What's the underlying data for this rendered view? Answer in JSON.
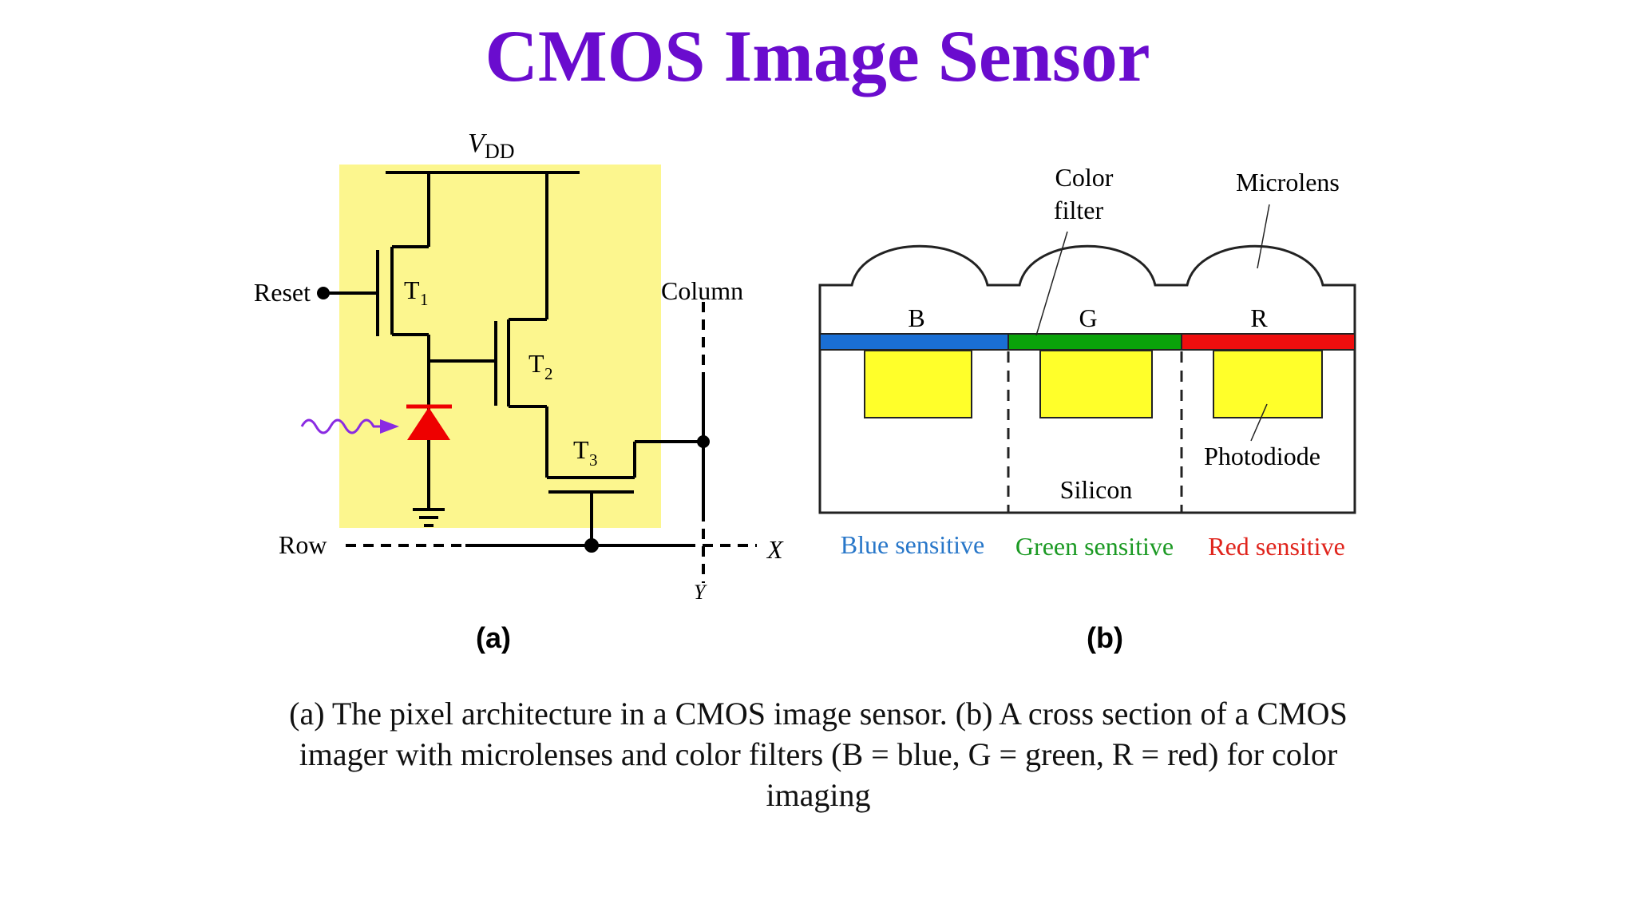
{
  "title": "CMOS Image Sensor",
  "colors": {
    "title": "#6a0cce",
    "pixel_area": "#fcf68e",
    "photodiode_symbol": "#ee0000",
    "light_wave": "#8a2be2",
    "filter_blue": "#1a6fd4",
    "filter_green": "#0aa30a",
    "filter_red": "#ee0e0e",
    "photodiode_fill": "#ffff2a",
    "blue_label": "#2877c9",
    "green_label": "#1c9a24",
    "red_label": "#e0241c"
  },
  "panel_a": {
    "supply_label": "V",
    "supply_subscript": "DD",
    "reset_label": "Reset",
    "t1_label": "T",
    "t1_subscript": "1",
    "t2_label": "T",
    "t2_subscript": "2",
    "t3_label": "T",
    "t3_subscript": "3",
    "column_label": "Column",
    "row_label": "Row",
    "x_axis_label": "X",
    "y_axis_label": "Y",
    "panel_label": "(a)"
  },
  "panel_b": {
    "color_filter_label_line1": "Color",
    "color_filter_label_line2": "filter",
    "microlens_label": "Microlens",
    "filter_b_label": "B",
    "filter_g_label": "G",
    "filter_r_label": "R",
    "photodiode_label": "Photodiode",
    "silicon_label": "Silicon",
    "blue_sensitive_label": "Blue sensitive",
    "green_sensitive_label": "Green sensitive",
    "red_sensitive_label": "Red sensitive",
    "panel_label": "(b)"
  },
  "caption": "(a) The pixel architecture in a CMOS image sensor. (b) A cross section of a CMOS imager with microlenses and color filters (B = blue, G = green, R = red) for color imaging"
}
